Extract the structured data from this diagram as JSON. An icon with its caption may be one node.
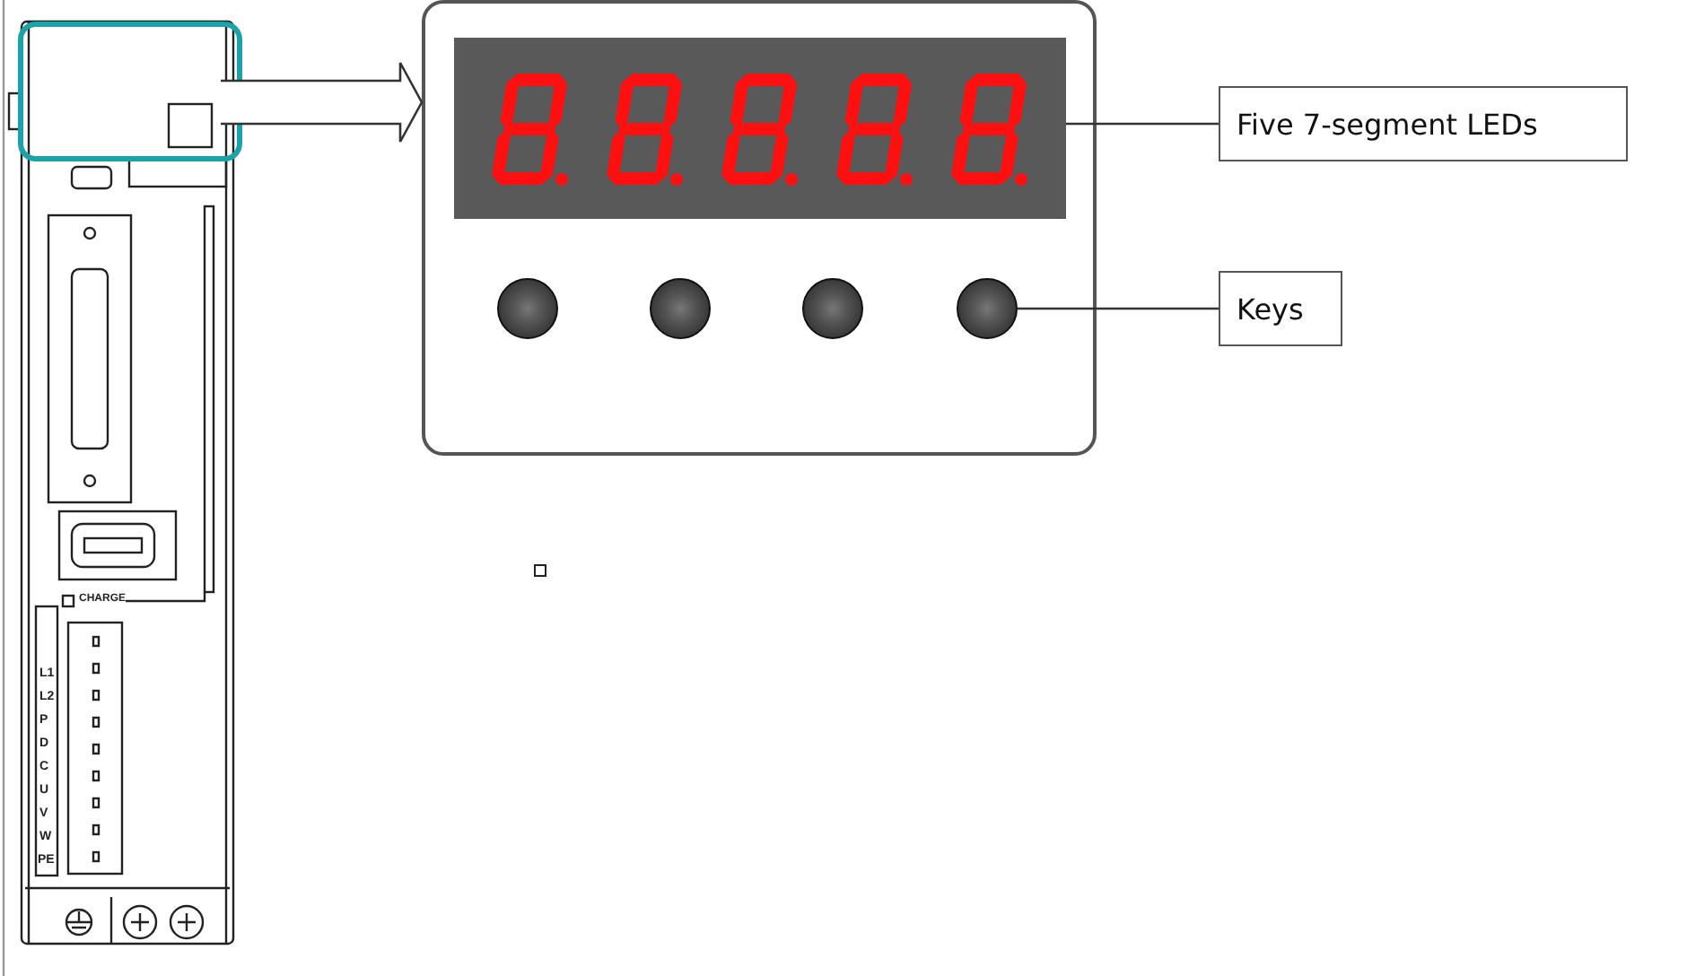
{
  "diagram": {
    "nodes": [
      {
        "text": [],
        "shape": "box"
      },
      {
        "text": [],
        "shape": "box"
      },
      {
        "text": [],
        "shape": "box",
        "in": 1
      },
      {
        "text": [],
        "shape": "circle",
        "in": 1
      },
      {
        "text": [],
        "shape": "circle",
        "in": 1
      },
      {
        "text": [],
        "shape": "circle",
        "in": 1
      },
      {
        "text": [],
        "shape": "circle",
        "in": 1
      },
      {
        "text": [
          "Five 7-segment LEDs"
        ]
      },
      {
        "text": [
          "Keys"
        ]
      }
    ],
    "edges": [
      {
        "from": 0,
        "to": 1,
        "arrow": "to",
        "style": "thick"
      },
      {
        "from": 7,
        "to": 2,
        "arrow": "none"
      },
      {
        "from": 8,
        "to": 6,
        "arrow": "none"
      }
    ],
    "labels": [
      "CHARGE",
      "L1",
      "L2",
      "P",
      "D",
      "C",
      "U",
      "V",
      "W",
      "PE"
    ]
  }
}
